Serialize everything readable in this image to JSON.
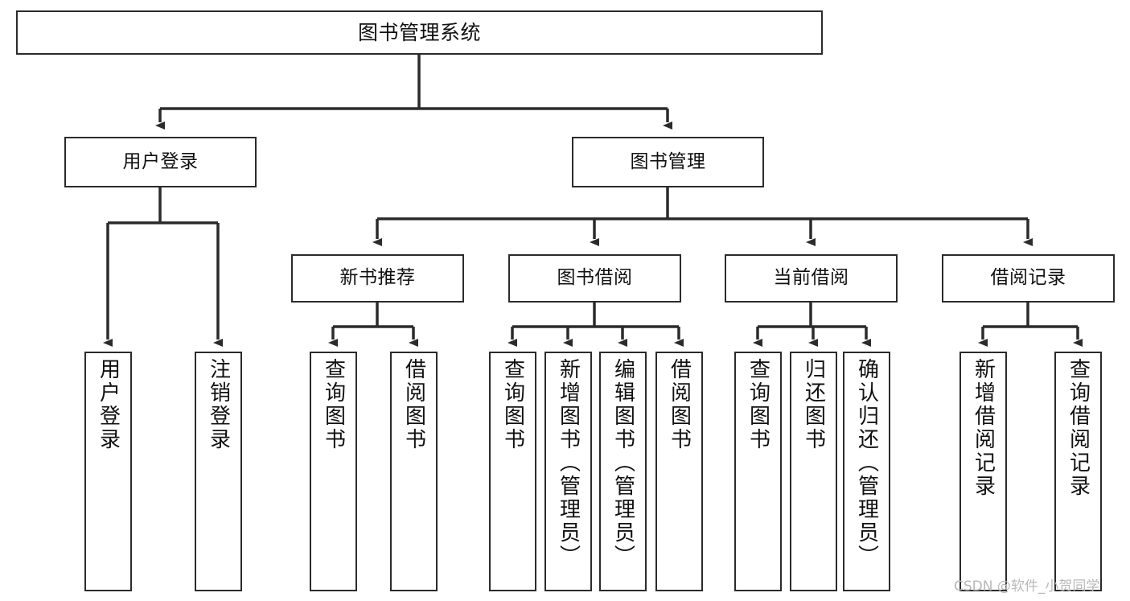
{
  "diagram": {
    "type": "tree-hierarchy-flowchart",
    "title": "图书管理系统",
    "orientation": "top-down",
    "line_color": "#2b2b2b",
    "box_fill": "#ffffff",
    "text_color": "#111111",
    "levels": 4
  },
  "nodes": {
    "root": {
      "label": "图书管理系统"
    },
    "level2": [
      {
        "id": "user-login",
        "label": "用户登录"
      },
      {
        "id": "book-manage",
        "label": "图书管理"
      }
    ],
    "level3": [
      {
        "id": "new-book-recommend",
        "label": "新书推荐",
        "parent": "book-manage"
      },
      {
        "id": "book-borrow",
        "label": "图书借阅",
        "parent": "book-manage"
      },
      {
        "id": "current-borrow",
        "label": "当前借阅",
        "parent": "book-manage"
      },
      {
        "id": "borrow-record",
        "label": "借阅记录",
        "parent": "book-manage"
      }
    ],
    "leaves": [
      {
        "id": "leaf-user-login",
        "label": "用户登录",
        "parent": "user-login"
      },
      {
        "id": "leaf-logout-login",
        "label": "注销登录",
        "parent": "user-login"
      },
      {
        "id": "leaf-query-book-1",
        "label": "查询图书",
        "parent": "new-book-recommend"
      },
      {
        "id": "leaf-borrow-book-1",
        "label": "借阅图书",
        "parent": "new-book-recommend"
      },
      {
        "id": "leaf-query-book-2",
        "label": "查询图书",
        "parent": "book-borrow"
      },
      {
        "id": "leaf-add-book",
        "label": "新增图书（管理员）",
        "parent": "book-borrow"
      },
      {
        "id": "leaf-edit-book",
        "label": "编辑图书（管理员）",
        "parent": "book-borrow"
      },
      {
        "id": "leaf-borrow-book-2",
        "label": "借阅图书",
        "parent": "book-borrow"
      },
      {
        "id": "leaf-query-book-3",
        "label": "查询图书",
        "parent": "current-borrow"
      },
      {
        "id": "leaf-return-book",
        "label": "归还图书",
        "parent": "current-borrow"
      },
      {
        "id": "leaf-confirm-return",
        "label": "确认归还（管理员）",
        "parent": "current-borrow"
      },
      {
        "id": "leaf-add-record",
        "label": "新增借阅记录",
        "parent": "borrow-record"
      },
      {
        "id": "leaf-query-record",
        "label": "查询借阅记录",
        "parent": "borrow-record"
      }
    ]
  },
  "watermark": {
    "text": "CSDN @软件_小贺同学"
  }
}
